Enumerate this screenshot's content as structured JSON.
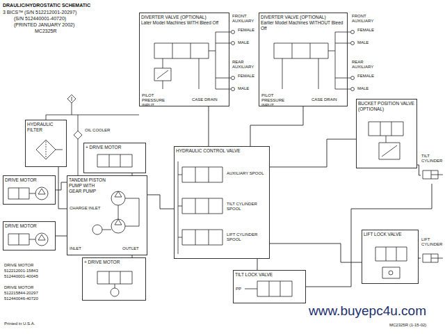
{
  "diagram": {
    "title": "DRAULIC/HYDROSTATIC SCHEMATIC",
    "nodes": [
      {
        "text": [
          "DIVERTER VALVE (OPTIONAL)",
          "Later Model Machines WITH Bleed Off"
        ]
      },
      {
        "text": [
          "DIVERTER VALVE (OPTIONAL)",
          "Earlier Model Machines WITHOUT Bleed Off"
        ]
      },
      {
        "text": [
          "HYDRAULIC FILTER"
        ]
      },
      {
        "text": [
          "+ DRIVE MOTOR"
        ]
      },
      {
        "text": [
          "TANDEM PISTON PUMP WITH GEAR PUMP"
        ]
      },
      {
        "text": [
          "+ DRIVE MOTOR"
        ]
      },
      {
        "text": [
          "HYDRAULIC CONTROL VALVE"
        ]
      },
      {
        "text": [
          "TILT LOCK VALVE"
        ]
      },
      {
        "text": [
          "BUCKET POSITION VALVE (OPTIONAL)"
        ]
      },
      {
        "text": [
          "TILT CYLINDER"
        ]
      },
      {
        "text": [
          "LIFT LOCK VALVE"
        ]
      },
      {
        "text": [
          "LIFT CYLINDER"
        ]
      },
      {
        "text": [
          "DRIVE MOTOR"
        ]
      },
      {
        "text": [
          "DRIVE MOTOR"
        ]
      }
    ],
    "edges": [
      {
        "from": 2,
        "to": 4,
        "arrow": "none"
      },
      {
        "from": 4,
        "to": 6,
        "arrow": "none"
      },
      {
        "from": 3,
        "to": 4,
        "arrow": "none"
      },
      {
        "from": 4,
        "to": 5,
        "arrow": "none"
      },
      {
        "from": 6,
        "to": 0,
        "arrow": "none"
      },
      {
        "from": 6,
        "to": 1,
        "arrow": "none"
      },
      {
        "from": 6,
        "to": 8,
        "arrow": "none"
      },
      {
        "from": 8,
        "to": 9,
        "arrow": "none"
      },
      {
        "from": 6,
        "to": 10,
        "arrow": "none"
      },
      {
        "from": 10,
        "to": 11,
        "arrow": "none"
      },
      {
        "from": 6,
        "to": 7,
        "arrow": "none"
      },
      {
        "from": 7,
        "to": 9,
        "arrow": "none"
      },
      {
        "from": 12,
        "to": 4,
        "arrow": "none"
      },
      {
        "from": 13,
        "to": 4,
        "arrow": "none"
      }
    ],
    "labels": [
      "3 BICS™ (S/N 512212001-20297)",
      "(S/N 512440001-40720)",
      "(PRINTED JANUARY 2002)",
      "MC2325R",
      "FRONT AUXILIARY",
      "FEMALE",
      "MALE",
      "REAR AUXILIARY",
      "FEMALE",
      "MALE",
      "PILOT PRESSURE INPUT",
      "CASE DRAIN",
      "FRONT AUXILIARY",
      "FEMALE",
      "MALE",
      "REAR AUXILIARY",
      "FEMALE",
      "MALE",
      "PILOT PRESSURE INPUT",
      "CASE DRAIN",
      "OIL COOLER",
      "CHARGE INLET",
      "INLET",
      "OUTLET",
      "AUXILIARY SPOOL",
      "TILT CYLINDER SPOOL",
      "LIFT CYLINDER SPOOL",
      "PP",
      "DRIVE MOTOR",
      "512212001-15843",
      "512440001-40045",
      "DRIVE MOTOR",
      "512215844-20297",
      "512440046-40720",
      "Printed in U.S.A.",
      "www.buyepc4u.com",
      "MC2325R (1-15-02)"
    ]
  }
}
